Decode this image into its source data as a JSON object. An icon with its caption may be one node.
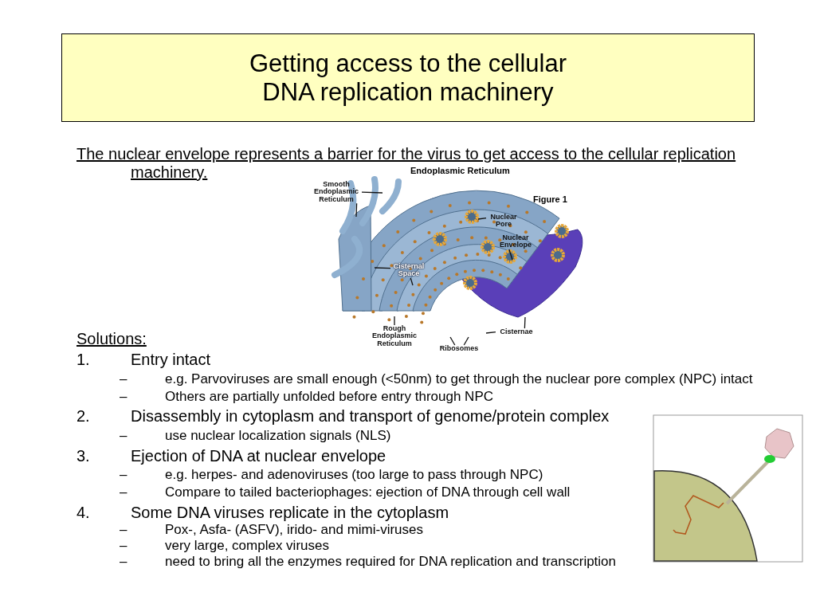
{
  "diagram": {
    "title": "Getting access to the cellular DNA replication machinery",
    "nodes": [
      {
        "text": [
          "Smooth Endoplasmic Reticulum"
        ]
      },
      {
        "text": [
          "Nuclear Pore"
        ]
      },
      {
        "text": [
          "Nuclear Envelope"
        ]
      },
      {
        "text": [
          "Cisternal Space"
        ]
      },
      {
        "text": [
          "Rough Endoplasmic Reticulum"
        ]
      },
      {
        "text": [
          "Cisternae"
        ]
      },
      {
        "text": [
          "Ribosomes"
        ]
      }
    ],
    "edges": [
      {
        "from": 0,
        "to": null,
        "arrow": "none"
      },
      {
        "from": 0,
        "to": null,
        "arrow": "none"
      },
      {
        "from": 1,
        "to": null,
        "arrow": "none"
      },
      {
        "from": 2,
        "to": null,
        "arrow": "none"
      },
      {
        "from": 3,
        "to": null,
        "arrow": "none"
      },
      {
        "from": 3,
        "to": null,
        "arrow": "none"
      },
      {
        "from": 4,
        "to": null,
        "arrow": "none"
      },
      {
        "from": 5,
        "to": null,
        "arrow": "none"
      },
      {
        "from": 5,
        "to": null,
        "arrow": "none"
      },
      {
        "from": 6,
        "to": null,
        "arrow": "none"
      },
      {
        "from": 6,
        "to": null,
        "arrow": "none"
      }
    ],
    "labels": [
      "The nuclear envelope represents a barrier for the virus to get access to the cellular replication machinery.",
      "Endoplasmic Reticulum",
      "Figure 1",
      "Solutions:",
      "1.",
      "Entry intact",
      "–",
      "e.g. Parvoviruses are small enough (<50nm) to get through the nuclear pore complex (NPC) intact",
      "–",
      "Others are partially unfolded before entry through NPC",
      "2.",
      "Disassembly in cytoplasm and transport of genome/protein complex",
      "–",
      "use nuclear localization signals (NLS)",
      "3.",
      "Ejection of DNA at nuclear envelope",
      "–",
      "e.g. herpes- and adenoviruses (too large to pass through NPC)",
      "–",
      "Compare to tailed bacteriophages: ejection of DNA through cell wall",
      "4.",
      "Some DNA viruses replicate in the cytoplasm",
      "–",
      "Pox-, Asfa- (ASFV), irido- and mimi-viruses",
      "–",
      "very large, complex viruses",
      "–",
      "need to bring all the enzymes required for DNA replication and transcription"
    ]
  }
}
